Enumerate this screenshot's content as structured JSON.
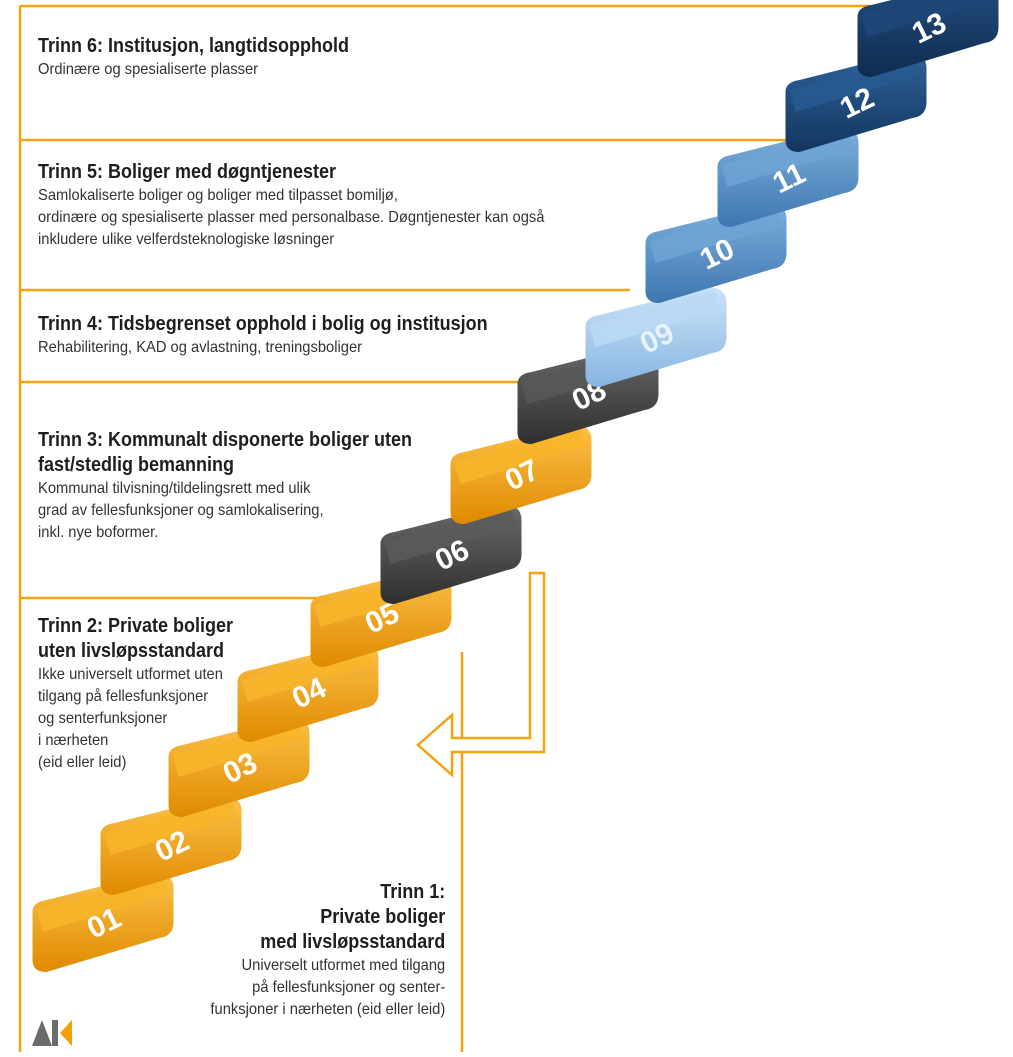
{
  "tiers": [
    {
      "id": 6,
      "title": "Trinn 6: Institusjon, langtidsopphold",
      "lines": [
        "Ordinære og spesialiserte plasser"
      ]
    },
    {
      "id": 5,
      "title": "Trinn 5: Boliger med døgntjenester",
      "lines": [
        "Samlokaliserte boliger og boliger med tilpasset bomiljø,",
        "ordinære og spesialiserte plasser med personalbase. Døgntjenester kan også",
        "inkludere ulike velferdsteknologiske løsninger"
      ]
    },
    {
      "id": 4,
      "title": "Trinn 4: Tidsbegrenset opphold i bolig og institusjon",
      "lines": [
        "Rehabilitering, KAD og avlastning, treningsboliger"
      ]
    },
    {
      "id": 3,
      "title_lines": [
        "Trinn 3: Kommunalt disponerte boliger uten",
        "fast/stedlig bemanning"
      ],
      "lines": [
        "Kommunal tilvisning/tildelingsrett med ulik",
        "grad av fellesfunksjoner og samlokalisering,",
        "inkl. nye boformer."
      ]
    },
    {
      "id": 2,
      "title_lines": [
        "Trinn 2: Private boliger",
        "uten livsløpsstandard"
      ],
      "lines": [
        "Ikke universelt utformet uten",
        "tilgang på fellesfunksjoner",
        "og senterfunksjoner",
        "i nærheten",
        "(eid eller leid)"
      ]
    },
    {
      "id": 1,
      "title_lines": [
        "Trinn 1:",
        "Private boliger",
        "med livsløpsstandard"
      ],
      "lines": [
        "Universelt utformet med tilgang",
        "på fellesfunksjoner og senter-",
        "funksjoner i nærheten (eid eller leid)"
      ]
    }
  ],
  "steps": [
    "01",
    "02",
    "03",
    "04",
    "05",
    "06",
    "07",
    "08",
    "09",
    "10",
    "11",
    "12",
    "13"
  ],
  "colors": {
    "frame": "#F4A20F",
    "step_orange": "#F2A008",
    "step_gray": "#4E4E4E",
    "step_lightblue": "#A9CDEE",
    "step_midblue": "#5C93C8",
    "step_darkblue": "#1C4A7E",
    "step_navy": "#163B67"
  },
  "logo": "AK-logo"
}
